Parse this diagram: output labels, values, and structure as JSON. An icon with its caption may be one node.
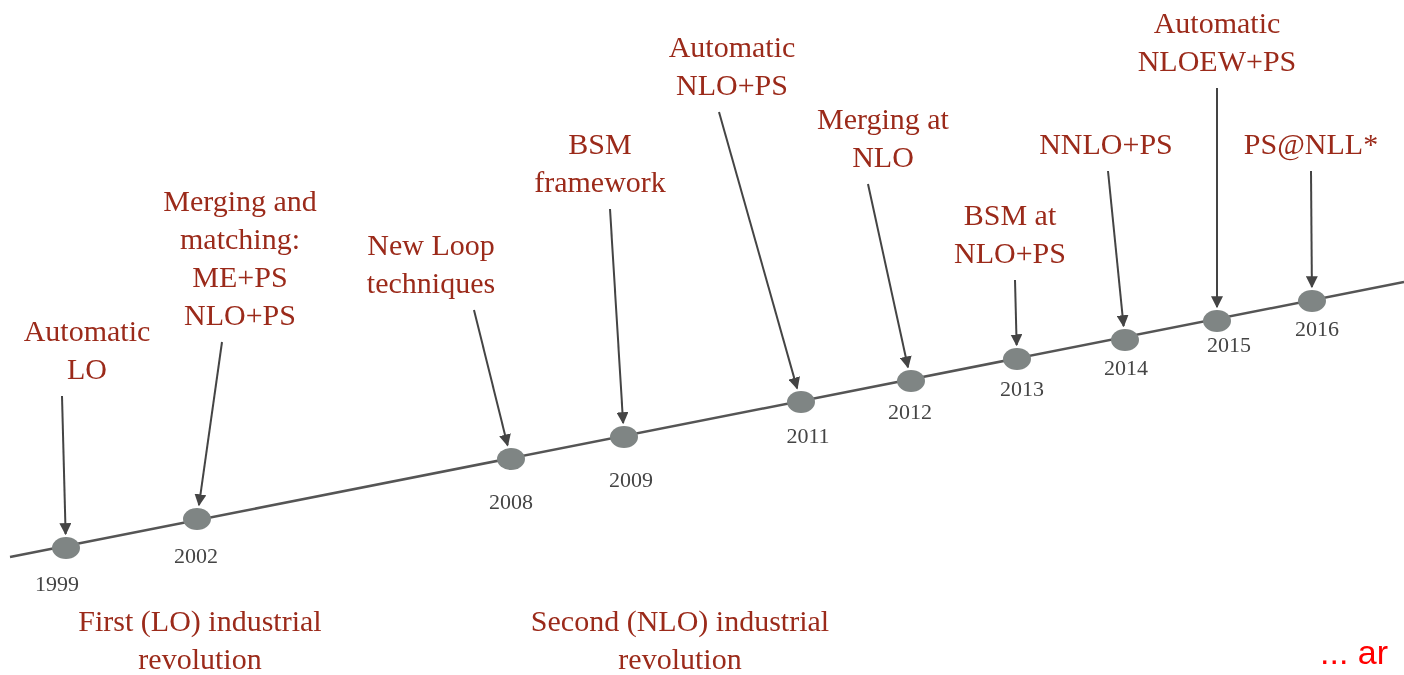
{
  "diagram": {
    "nodes": [
      {
        "text": [
          "Automatic LO"
        ]
      },
      {
        "text": [
          "Merging and matching: ME+PS NLO+PS"
        ]
      },
      {
        "text": [
          "New Loop techniques"
        ]
      },
      {
        "text": [
          "BSM framework"
        ]
      },
      {
        "text": [
          "Automatic NLO+PS"
        ]
      },
      {
        "text": [
          "Merging at NLO"
        ]
      },
      {
        "text": [
          "BSM at NLO+PS"
        ]
      },
      {
        "text": [
          "NNLO+PS"
        ]
      },
      {
        "text": [
          "Automatic NLOEW+PS"
        ]
      },
      {
        "text": [
          "PS@NLL*"
        ]
      },
      {
        "text": [],
        "shape": "circle",
        "beside": [
          "1999"
        ]
      },
      {
        "text": [],
        "shape": "circle",
        "beside": [
          "2002"
        ]
      },
      {
        "text": [],
        "shape": "circle",
        "beside": [
          "2008"
        ]
      },
      {
        "text": [],
        "shape": "circle",
        "beside": [
          "2009"
        ]
      },
      {
        "text": [],
        "shape": "circle",
        "beside": [
          "2011"
        ]
      },
      {
        "text": [],
        "shape": "circle",
        "beside": [
          "2012"
        ]
      },
      {
        "text": [],
        "shape": "circle",
        "beside": [
          "2013"
        ]
      },
      {
        "text": [],
        "shape": "circle",
        "beside": [
          "2014"
        ]
      },
      {
        "text": [],
        "shape": "circle",
        "beside": [
          "2015"
        ]
      },
      {
        "text": [],
        "shape": "circle",
        "beside": [
          "2016"
        ]
      }
    ],
    "edges": [
      {
        "from": 0,
        "to": 10,
        "arrow": "to"
      },
      {
        "from": 1,
        "to": 11,
        "arrow": "to"
      },
      {
        "from": 2,
        "to": 12,
        "arrow": "to"
      },
      {
        "from": 3,
        "to": 13,
        "arrow": "to"
      },
      {
        "from": 4,
        "to": 14,
        "arrow": "to"
      },
      {
        "from": 5,
        "to": 15,
        "arrow": "to"
      },
      {
        "from": 6,
        "to": 16,
        "arrow": "to"
      },
      {
        "from": 7,
        "to": 17,
        "arrow": "to"
      },
      {
        "from": 8,
        "to": 18,
        "arrow": "to"
      },
      {
        "from": 9,
        "to": 19,
        "arrow": "to"
      }
    ],
    "labels": [
      "First (LO) industrial revolution",
      "Second (NLO) industrial revolution",
      "... ar"
    ]
  }
}
